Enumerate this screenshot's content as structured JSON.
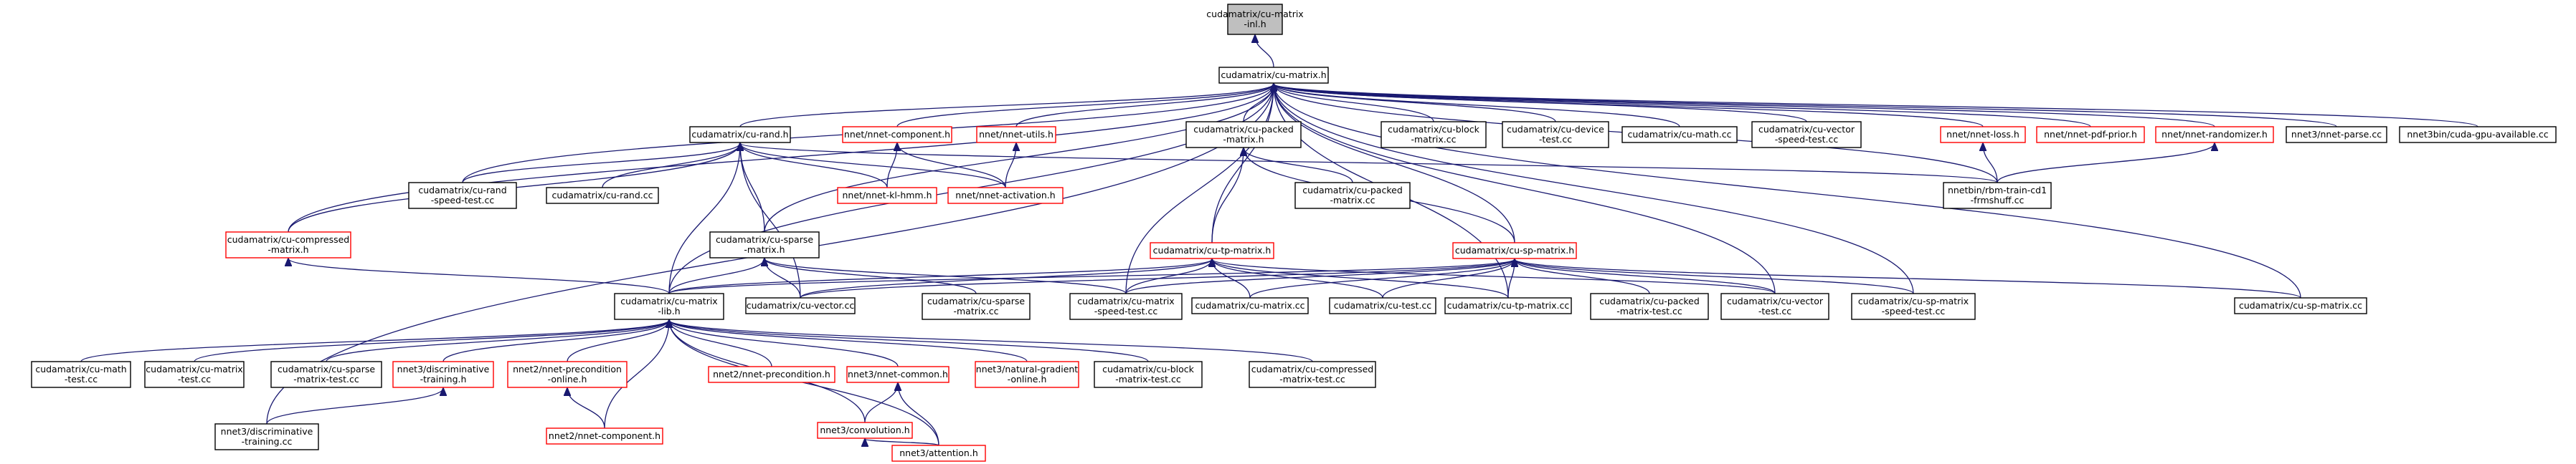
{
  "graph": {
    "nodes": [
      {
        "id": "cu_matrix_inl",
        "lines": [
          "cudamatrix/cu-matrix",
          "-inl.h"
        ],
        "border": "black",
        "highlight": true
      },
      {
        "id": "cu_matrix",
        "lines": [
          "cudamatrix/cu-matrix.h"
        ],
        "border": "black"
      },
      {
        "id": "cu_rand_h",
        "lines": [
          "cudamatrix/cu-rand.h"
        ],
        "border": "black"
      },
      {
        "id": "nnet_component_h",
        "lines": [
          "nnet/nnet-component.h"
        ],
        "border": "red"
      },
      {
        "id": "nnet_utils_h",
        "lines": [
          "nnet/nnet-utils.h"
        ],
        "border": "red"
      },
      {
        "id": "cu_packed_matrix_h",
        "lines": [
          "cudamatrix/cu-packed",
          "-matrix.h"
        ],
        "border": "black"
      },
      {
        "id": "cu_block_matrix_cc",
        "lines": [
          "cudamatrix/cu-block",
          "-matrix.cc"
        ],
        "border": "black"
      },
      {
        "id": "cu_device_test",
        "lines": [
          "cudamatrix/cu-device",
          "-test.cc"
        ],
        "border": "black"
      },
      {
        "id": "cu_math_cc",
        "lines": [
          "cudamatrix/cu-math.cc"
        ],
        "border": "black"
      },
      {
        "id": "cu_vector_speedtest",
        "lines": [
          "cudamatrix/cu-vector",
          "-speed-test.cc"
        ],
        "border": "black"
      },
      {
        "id": "nnet_loss_h",
        "lines": [
          "nnet/nnet-loss.h"
        ],
        "border": "red"
      },
      {
        "id": "nnet_pdf_prior_h",
        "lines": [
          "nnet/nnet-pdf-prior.h"
        ],
        "border": "red"
      },
      {
        "id": "nnet_randomizer_h",
        "lines": [
          "nnet/nnet-randomizer.h"
        ],
        "border": "red"
      },
      {
        "id": "nnet3_parse_cc",
        "lines": [
          "nnet3/nnet-parse.cc"
        ],
        "border": "black"
      },
      {
        "id": "cuda_gpu_available",
        "lines": [
          "nnet3bin/cuda-gpu-available.cc"
        ],
        "border": "black"
      },
      {
        "id": "cu_compressed_matrix_h",
        "lines": [
          "cudamatrix/cu-compressed",
          "-matrix.h"
        ],
        "border": "red"
      },
      {
        "id": "cu_rand_speedtest",
        "lines": [
          "cudamatrix/cu-rand",
          "-speed-test.cc"
        ],
        "border": "black"
      },
      {
        "id": "cu_rand_cc",
        "lines": [
          "cudamatrix/cu-rand.cc"
        ],
        "border": "black"
      },
      {
        "id": "cu_sparse_matrix_h",
        "lines": [
          "cudamatrix/cu-sparse",
          "-matrix.h"
        ],
        "border": "black"
      },
      {
        "id": "nnet_kl_hmm_h",
        "lines": [
          "nnet/nnet-kl-hmm.h"
        ],
        "border": "red"
      },
      {
        "id": "nnet_activation_h",
        "lines": [
          "nnet/nnet-activation.h"
        ],
        "border": "red"
      },
      {
        "id": "cu_tp_matrix_h",
        "lines": [
          "cudamatrix/cu-tp-matrix.h"
        ],
        "border": "red"
      },
      {
        "id": "cu_packed_matrix_cc",
        "lines": [
          "cudamatrix/cu-packed",
          "-matrix.cc"
        ],
        "border": "black"
      },
      {
        "id": "cu_sp_matrix_h",
        "lines": [
          "cudamatrix/cu-sp-matrix.h"
        ],
        "border": "red"
      },
      {
        "id": "rbm_train_cd1",
        "lines": [
          "nnetbin/rbm-train-cd1",
          "-frmshuff.cc"
        ],
        "border": "black"
      },
      {
        "id": "cu_matrix_lib_h",
        "lines": [
          "cudamatrix/cu-matrix",
          "-lib.h"
        ],
        "border": "black"
      },
      {
        "id": "cu_vector_cc",
        "lines": [
          "cudamatrix/cu-vector.cc"
        ],
        "border": "black"
      },
      {
        "id": "cu_sparse_matrix_cc",
        "lines": [
          "cudamatrix/cu-sparse",
          "-matrix.cc"
        ],
        "border": "black"
      },
      {
        "id": "cu_matrix_speedtest",
        "lines": [
          "cudamatrix/cu-matrix",
          "-speed-test.cc"
        ],
        "border": "black"
      },
      {
        "id": "cu_matrix_cc",
        "lines": [
          "cudamatrix/cu-matrix.cc"
        ],
        "border": "black"
      },
      {
        "id": "cu_test_cc",
        "lines": [
          "cudamatrix/cu-test.cc"
        ],
        "border": "black"
      },
      {
        "id": "cu_tp_matrix_cc",
        "lines": [
          "cudamatrix/cu-tp-matrix.cc"
        ],
        "border": "black"
      },
      {
        "id": "cu_packed_matrix_test",
        "lines": [
          "cudamatrix/cu-packed",
          "-matrix-test.cc"
        ],
        "border": "black"
      },
      {
        "id": "cu_vector_test",
        "lines": [
          "cudamatrix/cu-vector",
          "-test.cc"
        ],
        "border": "black"
      },
      {
        "id": "cu_sp_matrix_speedtest",
        "lines": [
          "cudamatrix/cu-sp-matrix",
          "-speed-test.cc"
        ],
        "border": "black"
      },
      {
        "id": "cu_sp_matrix_cc",
        "lines": [
          "cudamatrix/cu-sp-matrix.cc"
        ],
        "border": "black"
      },
      {
        "id": "cu_math_test",
        "lines": [
          "cudamatrix/cu-math",
          "-test.cc"
        ],
        "border": "black"
      },
      {
        "id": "cu_matrix_test",
        "lines": [
          "cudamatrix/cu-matrix",
          "-test.cc"
        ],
        "border": "black"
      },
      {
        "id": "cu_sparse_matrix_test",
        "lines": [
          "cudamatrix/cu-sparse",
          "-matrix-test.cc"
        ],
        "border": "black"
      },
      {
        "id": "nnet3_disc_training_h",
        "lines": [
          "nnet3/discriminative",
          "-training.h"
        ],
        "border": "red"
      },
      {
        "id": "nnet2_precond_online_h",
        "lines": [
          "nnet2/nnet-precondition",
          "-online.h"
        ],
        "border": "red"
      },
      {
        "id": "nnet2_precond_h",
        "lines": [
          "nnet2/nnet-precondition.h"
        ],
        "border": "red"
      },
      {
        "id": "nnet3_common_h",
        "lines": [
          "nnet3/nnet-common.h"
        ],
        "border": "red"
      },
      {
        "id": "nnet3_natural_gradient",
        "lines": [
          "nnet3/natural-gradient",
          "-online.h"
        ],
        "border": "red"
      },
      {
        "id": "cu_block_matrix_test",
        "lines": [
          "cudamatrix/cu-block",
          "-matrix-test.cc"
        ],
        "border": "black"
      },
      {
        "id": "cu_compressed_matrix_test",
        "lines": [
          "cudamatrix/cu-compressed",
          "-matrix-test.cc"
        ],
        "border": "black"
      },
      {
        "id": "nnet3_disc_training_cc",
        "lines": [
          "nnet3/discriminative",
          "-training.cc"
        ],
        "border": "black"
      },
      {
        "id": "nnet2_component_h",
        "lines": [
          "nnet2/nnet-component.h"
        ],
        "border": "red"
      },
      {
        "id": "nnet3_convolution_h",
        "lines": [
          "nnet3/convolution.h"
        ],
        "border": "red"
      },
      {
        "id": "nnet3_attention_h",
        "lines": [
          "nnet3/attention.h"
        ],
        "border": "red"
      }
    ],
    "edges": [
      [
        "cu_matrix",
        "cu_matrix_inl"
      ],
      [
        "cu_rand_h",
        "cu_matrix"
      ],
      [
        "nnet_component_h",
        "cu_matrix"
      ],
      [
        "nnet_utils_h",
        "cu_matrix"
      ],
      [
        "cu_packed_matrix_h",
        "cu_matrix"
      ],
      [
        "cu_block_matrix_cc",
        "cu_matrix"
      ],
      [
        "cu_device_test",
        "cu_matrix"
      ],
      [
        "cu_math_cc",
        "cu_matrix"
      ],
      [
        "cu_vector_speedtest",
        "cu_matrix"
      ],
      [
        "nnet_loss_h",
        "cu_matrix"
      ],
      [
        "nnet_pdf_prior_h",
        "cu_matrix"
      ],
      [
        "nnet_randomizer_h",
        "cu_matrix"
      ],
      [
        "nnet3_parse_cc",
        "cu_matrix"
      ],
      [
        "cuda_gpu_available",
        "cu_matrix"
      ],
      [
        "cu_compressed_matrix_h",
        "cu_matrix"
      ],
      [
        "cu_rand_speedtest",
        "cu_matrix"
      ],
      [
        "cu_sparse_matrix_h",
        "cu_matrix"
      ],
      [
        "cu_tp_matrix_h",
        "cu_matrix"
      ],
      [
        "cu_sp_matrix_h",
        "cu_matrix"
      ],
      [
        "cu_matrix_lib_h",
        "cu_matrix"
      ],
      [
        "cu_matrix_speedtest",
        "cu_matrix"
      ],
      [
        "cu_tp_matrix_cc",
        "cu_matrix"
      ],
      [
        "cu_vector_test",
        "cu_matrix"
      ],
      [
        "cu_sp_matrix_speedtest",
        "cu_matrix"
      ],
      [
        "cu_sp_matrix_cc",
        "cu_matrix"
      ],
      [
        "nnet3_disc_training_cc",
        "cu_matrix"
      ],
      [
        "rbm_train_cd1",
        "cu_matrix"
      ],
      [
        "cu_compressed_matrix_h",
        "cu_rand_h"
      ],
      [
        "cu_rand_speedtest",
        "cu_rand_h"
      ],
      [
        "cu_rand_cc",
        "cu_rand_h"
      ],
      [
        "cu_sparse_matrix_h",
        "cu_rand_h"
      ],
      [
        "nnet_kl_hmm_h",
        "cu_rand_h"
      ],
      [
        "nnet_activation_h",
        "cu_rand_h"
      ],
      [
        "cu_matrix_lib_h",
        "cu_rand_h"
      ],
      [
        "cu_vector_cc",
        "cu_rand_h"
      ],
      [
        "rbm_train_cd1",
        "cu_rand_h"
      ],
      [
        "nnet_kl_hmm_h",
        "nnet_component_h"
      ],
      [
        "nnet_activation_h",
        "nnet_component_h"
      ],
      [
        "nnet_activation_h",
        "nnet_utils_h"
      ],
      [
        "cu_tp_matrix_h",
        "cu_packed_matrix_h"
      ],
      [
        "cu_packed_matrix_cc",
        "cu_packed_matrix_h"
      ],
      [
        "cu_sp_matrix_h",
        "cu_packed_matrix_h"
      ],
      [
        "rbm_train_cd1",
        "nnet_loss_h"
      ],
      [
        "rbm_train_cd1",
        "nnet_randomizer_h"
      ],
      [
        "cu_matrix_lib_h",
        "cu_compressed_matrix_h"
      ],
      [
        "cu_matrix_lib_h",
        "cu_sparse_matrix_h"
      ],
      [
        "cu_vector_cc",
        "cu_sparse_matrix_h"
      ],
      [
        "cu_sparse_matrix_cc",
        "cu_sparse_matrix_h"
      ],
      [
        "cu_matrix_speedtest",
        "cu_sparse_matrix_h"
      ],
      [
        "cu_matrix_lib_h",
        "cu_tp_matrix_h"
      ],
      [
        "cu_vector_cc",
        "cu_tp_matrix_h"
      ],
      [
        "cu_matrix_speedtest",
        "cu_tp_matrix_h"
      ],
      [
        "cu_matrix_cc",
        "cu_tp_matrix_h"
      ],
      [
        "cu_test_cc",
        "cu_tp_matrix_h"
      ],
      [
        "cu_tp_matrix_cc",
        "cu_tp_matrix_h"
      ],
      [
        "cu_vector_test",
        "cu_tp_matrix_h"
      ],
      [
        "cu_matrix_lib_h",
        "cu_sp_matrix_h"
      ],
      [
        "cu_vector_cc",
        "cu_sp_matrix_h"
      ],
      [
        "cu_matrix_speedtest",
        "cu_sp_matrix_h"
      ],
      [
        "cu_matrix_cc",
        "cu_sp_matrix_h"
      ],
      [
        "cu_test_cc",
        "cu_sp_matrix_h"
      ],
      [
        "cu_tp_matrix_cc",
        "cu_sp_matrix_h"
      ],
      [
        "cu_packed_matrix_test",
        "cu_sp_matrix_h"
      ],
      [
        "cu_vector_test",
        "cu_sp_matrix_h"
      ],
      [
        "cu_sp_matrix_speedtest",
        "cu_sp_matrix_h"
      ],
      [
        "cu_sp_matrix_cc",
        "cu_sp_matrix_h"
      ],
      [
        "cu_math_test",
        "cu_matrix_lib_h"
      ],
      [
        "cu_matrix_test",
        "cu_matrix_lib_h"
      ],
      [
        "cu_sparse_matrix_test",
        "cu_matrix_lib_h"
      ],
      [
        "nnet3_disc_training_h",
        "cu_matrix_lib_h"
      ],
      [
        "nnet2_precond_online_h",
        "cu_matrix_lib_h"
      ],
      [
        "nnet2_precond_h",
        "cu_matrix_lib_h"
      ],
      [
        "nnet3_common_h",
        "cu_matrix_lib_h"
      ],
      [
        "nnet3_natural_gradient",
        "cu_matrix_lib_h"
      ],
      [
        "cu_block_matrix_test",
        "cu_matrix_lib_h"
      ],
      [
        "cu_compressed_matrix_test",
        "cu_matrix_lib_h"
      ],
      [
        "nnet2_component_h",
        "cu_matrix_lib_h"
      ],
      [
        "nnet3_convolution_h",
        "cu_matrix_lib_h"
      ],
      [
        "nnet3_attention_h",
        "cu_matrix_lib_h"
      ],
      [
        "nnet3_disc_training_cc",
        "nnet3_disc_training_h"
      ],
      [
        "nnet2_component_h",
        "nnet2_precond_online_h"
      ],
      [
        "nnet3_convolution_h",
        "nnet3_common_h"
      ],
      [
        "nnet3_attention_h",
        "nnet3_common_h"
      ],
      [
        "nnet3_attention_h",
        "nnet3_convolution_h"
      ]
    ]
  }
}
